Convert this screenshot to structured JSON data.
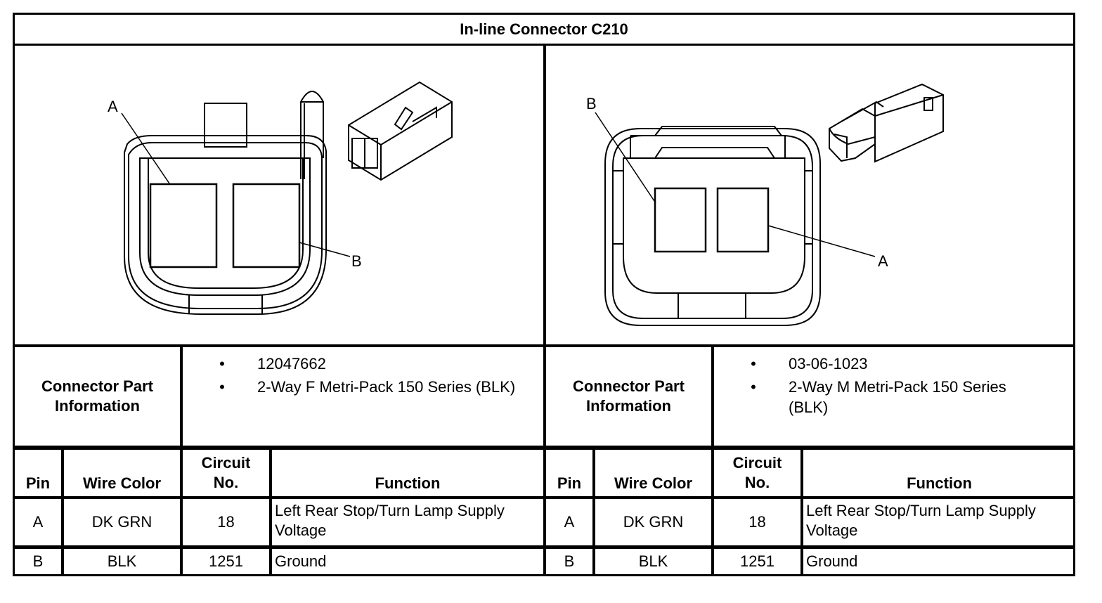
{
  "title": "In-line Connector C210",
  "left": {
    "callouts": [
      "A",
      "B"
    ],
    "part_label": "Connector Part Information",
    "part_info": [
      "12047662",
      "2-Way F Metri-Pack 150 Series (BLK)"
    ],
    "headers": {
      "pin": "Pin",
      "wire_color": "Wire Color",
      "circuit": "Circuit No.",
      "function": "Function"
    },
    "rows": [
      {
        "pin": "A",
        "wire_color": "DK GRN",
        "circuit": "18",
        "function": "Left Rear Stop/Turn Lamp Supply Voltage"
      },
      {
        "pin": "B",
        "wire_color": "BLK",
        "circuit": "1251",
        "function": "Ground"
      }
    ]
  },
  "right": {
    "callouts": [
      "B",
      "A"
    ],
    "part_label": "Connector Part Information",
    "part_info": [
      "03-06-1023",
      "2-Way M Metri-Pack 150 Series (BLK)"
    ],
    "headers": {
      "pin": "Pin",
      "wire_color": "Wire Color",
      "circuit": "Circuit No.",
      "function": "Function"
    },
    "rows": [
      {
        "pin": "A",
        "wire_color": "DK GRN",
        "circuit": "18",
        "function": "Left Rear Stop/Turn Lamp Supply Voltage"
      },
      {
        "pin": "B",
        "wire_color": "BLK",
        "circuit": "1251",
        "function": "Ground"
      }
    ]
  }
}
